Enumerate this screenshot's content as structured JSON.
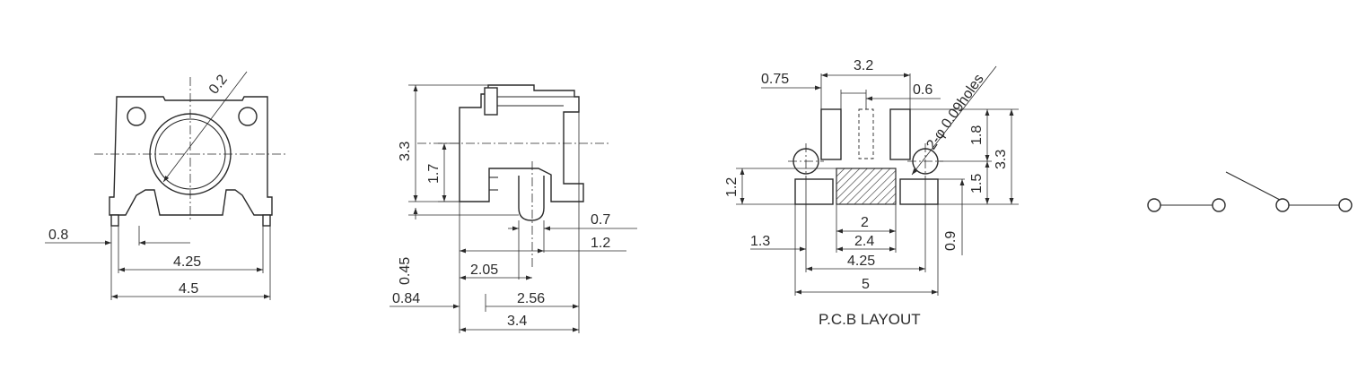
{
  "front_view": {
    "dims": {
      "diam": "0.2",
      "lead": "0.8",
      "inner_width": "4.25",
      "outer_width": "4.5"
    }
  },
  "side_view": {
    "dims": {
      "height": "3.3",
      "stem": "1.7",
      "gap": "0.7",
      "offset": "1.2",
      "foot": "0.45",
      "pin": "2.05",
      "left": "0.84",
      "span": "2.56",
      "total": "3.4"
    }
  },
  "pcb_layout": {
    "title": "P.C.B LAYOUT",
    "dims": {
      "pad_gap": "0.75",
      "top_width": "3.2",
      "slot": "0.6",
      "holes": "2-φ 0.09holes",
      "upper": "1.8",
      "height": "3.3",
      "lower": "1.5",
      "pad_h": "1.2",
      "center": "2",
      "pad_w": "1.3",
      "inner": "2.4",
      "pitch": "4.25",
      "total": "5",
      "side": "0.9"
    }
  },
  "schematic": {
    "type": "switch-symbol"
  }
}
